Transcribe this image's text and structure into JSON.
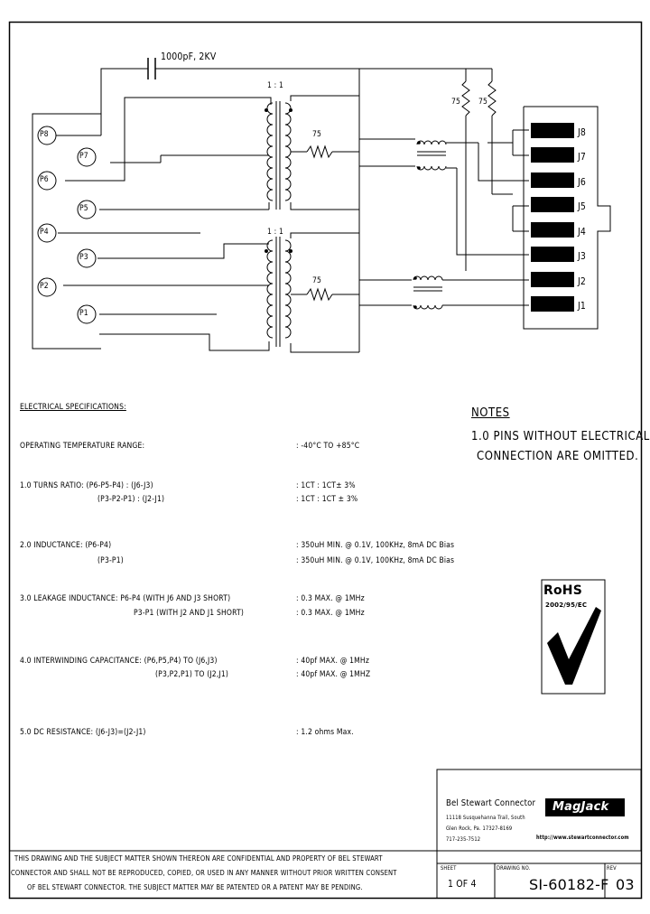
{
  "schematic": {
    "cap_label": "1000pF, 2KV",
    "ratio_top": "1 : 1",
    "ratio_bottom": "1 : 1",
    "resistor_label": "75",
    "pins_left": [
      "P8",
      "P7",
      "P6",
      "P5",
      "P4",
      "P3",
      "P2",
      "P1"
    ],
    "jacks": [
      "J8",
      "J7",
      "J6",
      "J5",
      "J4",
      "J3",
      "J2",
      "J1"
    ]
  },
  "specs": {
    "heading": "ELECTRICAL SPECIFICATIONS:",
    "temp_label": "OPERATING TEMPERATURE RANGE:",
    "temp_value": ": -40°C TO +85°C",
    "turns_label1": "1.0  TURNS RATIO: (P6-P5-P4) : (J6-J3)",
    "turns_label2": "(P3-P2-P1) : (J2-J1)",
    "turns_value1": ": 1CT : 1CT± 3%",
    "turns_value2": ": 1CT : 1CT ± 3%",
    "ind_label1": "2.0  INDUCTANCE:  (P6-P4)",
    "ind_label2": "(P3-P1)",
    "ind_value1": ": 350uH MIN. @ 0.1V, 100KHz, 8mA DC Bias",
    "ind_value2": ": 350uH MIN. @ 0.1V, 100KHz, 8mA DC Bias",
    "leak_label1": "3.0  LEAKAGE  INDUCTANCE:  P6-P4 (WITH J6 AND J3 SHORT)",
    "leak_label2": "P3-P1 (WITH J2 AND J1 SHORT)",
    "leak_value1": ": 0.3 MAX. @ 1MHz",
    "leak_value2": ": 0.3 MAX. @ 1MHz",
    "cap_label1": "4.0  INTERWINDING CAPACITANCE: (P6,P5,P4) TO (J6,J3)",
    "cap_label2": "(P3,P2,P1) TO (J2,J1)",
    "cap_value1": ": 40pf MAX. @ 1MHz",
    "cap_value2": ": 40pf MAX. @ 1MHZ",
    "dcr_label": "5.0  DC RESISTANCE: (J6-J3)=(J2-J1)",
    "dcr_value": ": 1.2 ohms Max."
  },
  "notes": {
    "title": "NOTES",
    "line1": "1.0 PINS WITHOUT ELECTRICAL",
    "line2": "CONNECTION ARE OMITTED."
  },
  "rohs": {
    "title": "RoHS",
    "sub": "2002/95/EC"
  },
  "titleblock": {
    "company": "Bel Stewart Connector",
    "addr1": "11118 Susquehanna Trail, South",
    "addr2": "Glen Rock, Pa. 17327-8169",
    "addr3": "717-235-7512",
    "brand": "MagJack",
    "url": "http://www.stewartconnector.com",
    "confidential1": "THIS DRAWING AND THE SUBJECT MATTER SHOWN THEREON ARE CONFIDENTIAL AND PROPERTY OF BEL STEWART",
    "confidential2": "CONNECTOR AND SHALL NOT BE REPRODUCED, COPIED, OR USED IN ANY MANNER WITHOUT PRIOR WRITTEN CONSENT",
    "confidential3": "OF BEL STEWART CONNECTOR.  THE SUBJECT MATTER MAY BE PATENTED OR A PATENT MAY BE PENDING.",
    "sheet_label": "SHEET",
    "sheet_value": "1  OF 4",
    "drawing_label": "DRAWING NO.",
    "drawing_value": "SI-60182-F",
    "rev_label": "REV",
    "rev_value": "03"
  }
}
